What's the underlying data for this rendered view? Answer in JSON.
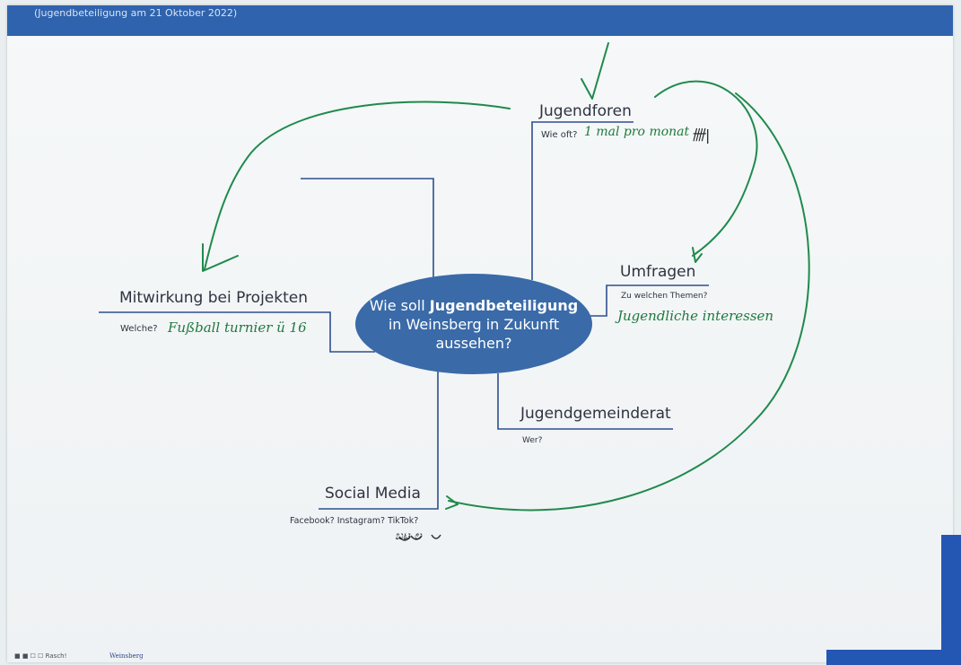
{
  "header": {
    "subtitle": "(Jugendbeteiligung am 21 Oktober 2022)"
  },
  "center": {
    "line1_prefix": "Wie soll",
    "line1_bold": "Jugendbeteiligung",
    "line2": "in Weinsberg in Zukunft",
    "line3": "aussehen?"
  },
  "branches": {
    "jugendforen": {
      "title": "Jugendforen",
      "question": "Wie oft?",
      "answer": "1 mal pro monat",
      "tally": "卌|"
    },
    "umfragen": {
      "title": "Umfragen",
      "question": "Zu welchen Themen?",
      "answer": "Jugendliche interessen"
    },
    "mitwirkung": {
      "title": "Mitwirkung bei Projekten",
      "question": "Welche?",
      "answer": "Fußball turnier ü 16"
    },
    "jugendgemeinderat": {
      "title": "Jugendgemeinderat",
      "question": "Wer?"
    },
    "social_media": {
      "title": "Social Media",
      "question": "Facebook? Instagram? TikTok?",
      "answer": "ಬಟ ಲ"
    }
  },
  "footer": {
    "left": "■ ■ ☐ ☐ Rasch!",
    "logo": "Weinsberg"
  },
  "colors": {
    "marker_green": "#1f8a4c",
    "line_blue": "#2e4f8f",
    "ellipse_blue": "#3a6aa8",
    "brand_blue": "#2456b4"
  }
}
